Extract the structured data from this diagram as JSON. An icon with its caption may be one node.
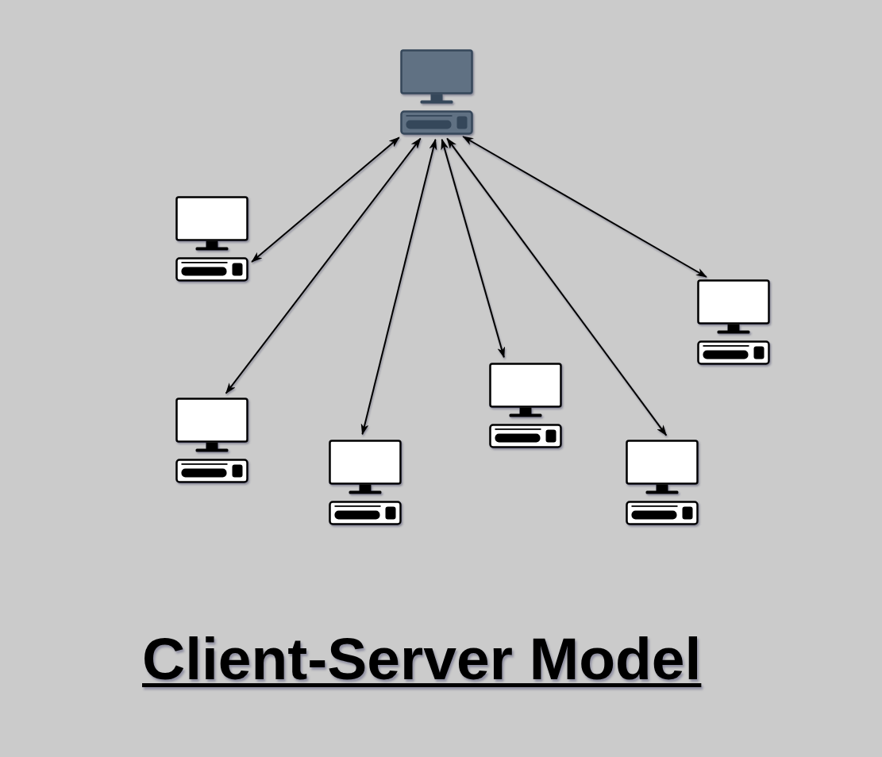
{
  "diagram": {
    "title": "Client-Server Model",
    "nodes": [
      {
        "text": [],
        "shape": "computer"
      },
      {
        "text": [],
        "shape": "computer"
      },
      {
        "text": [],
        "shape": "computer"
      },
      {
        "text": [],
        "shape": "computer"
      },
      {
        "text": [],
        "shape": "computer"
      },
      {
        "text": [],
        "shape": "computer"
      },
      {
        "text": [],
        "shape": "computer"
      }
    ],
    "edges": [
      {
        "from": 0,
        "to": 1,
        "arrow": "both"
      },
      {
        "from": 0,
        "to": 4,
        "arrow": "both"
      },
      {
        "from": 0,
        "to": 5,
        "arrow": "both"
      },
      {
        "from": 0,
        "to": 3,
        "arrow": "both"
      },
      {
        "from": 0,
        "to": 6,
        "arrow": "both"
      },
      {
        "from": 0,
        "to": 2,
        "arrow": "both"
      }
    ]
  }
}
